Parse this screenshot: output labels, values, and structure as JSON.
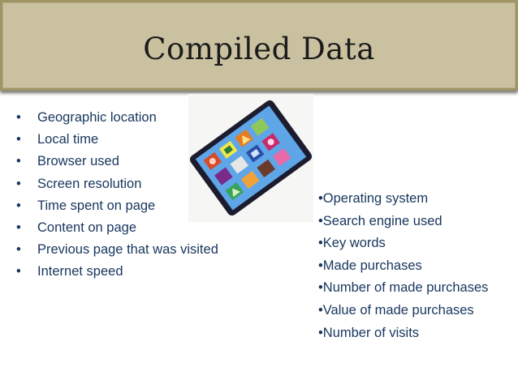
{
  "slide": {
    "title": "Compiled Data",
    "left_list": [
      "Geographic location",
      "Local time",
      "Browser used",
      "Screen resolution",
      "Time spent on page",
      "Content on page",
      "Previous page that was visited",
      "Internet speed"
    ],
    "right_list": [
      "•Operating system",
      "•Search engine used",
      "•Key words",
      "•Made purchases",
      "•Number of made purchases",
      "•Value of made purchases",
      "•Number of visits"
    ],
    "bullet_glyph": "•",
    "colors": {
      "title_bar": "#c9c1a0",
      "title_border": "#9e9466",
      "text": "#17365d",
      "device_frame": "#1c1c2e",
      "device_screen": "#5fa6e8"
    },
    "illustration": "tablet-icon"
  }
}
